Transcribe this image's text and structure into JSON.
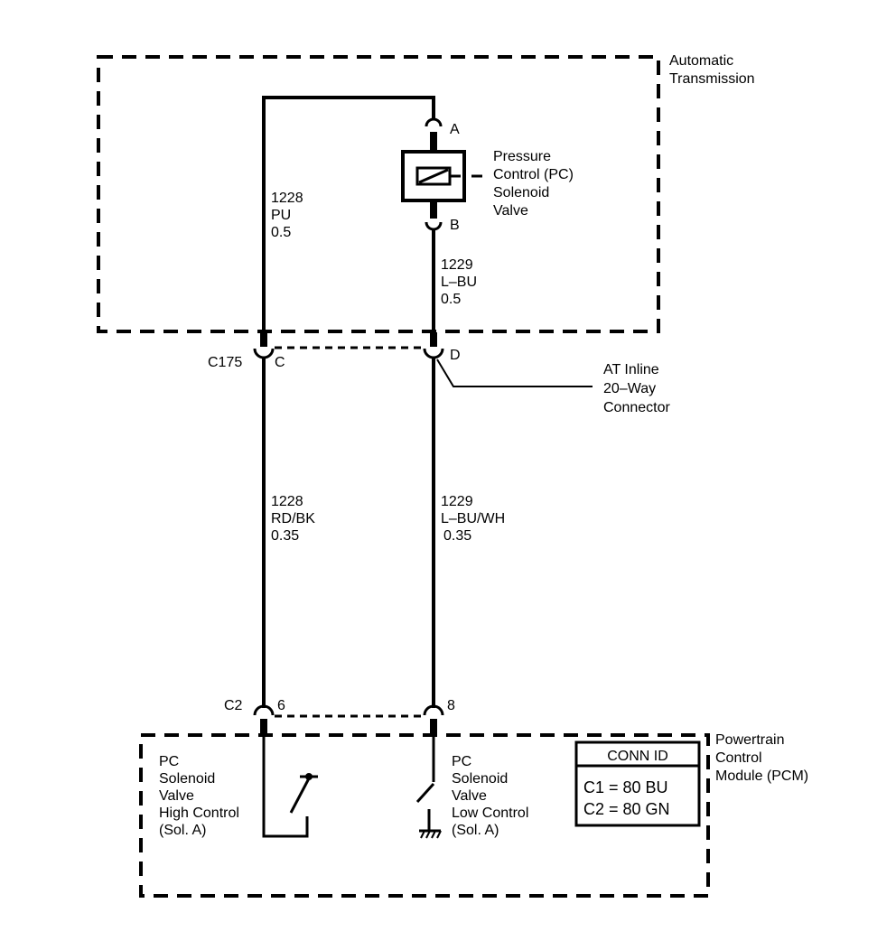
{
  "labels": {
    "auto_trans": [
      "Automatic",
      "Transmission"
    ],
    "pc_valve": [
      "Pressure",
      "Control (PC)",
      "Solenoid",
      "Valve"
    ],
    "pin_a": "A",
    "pin_b": "B",
    "wire_1228_pu": [
      "1228",
      "PU",
      "0.5"
    ],
    "wire_1229_lbu": [
      "1229",
      "L–BU",
      "0.5"
    ],
    "c175": "C175",
    "pin_c": "C",
    "pin_d": "D",
    "inline_connector": [
      "AT Inline",
      "20–Way",
      "Connector"
    ],
    "wire_1228_rdbk": [
      "1228",
      "RD/BK",
      "0.35"
    ],
    "wire_1229_lbuwh": [
      "1229",
      "L–BU/WH",
      "0.35"
    ],
    "c2": "C2",
    "pin_6": "6",
    "pin_8": "8",
    "pcm": [
      "Powertrain",
      "Control",
      "Module (PCM)"
    ],
    "high_control": [
      "PC",
      "Solenoid",
      "Valve",
      "High Control",
      "(Sol. A)"
    ],
    "low_control": [
      "PC",
      "Solenoid",
      "Valve",
      "Low Control",
      "(Sol. A)"
    ],
    "conn_id": {
      "header": "CONN ID",
      "rows": [
        "C1 = 80 BU",
        "C2 = 80 GN"
      ]
    }
  }
}
